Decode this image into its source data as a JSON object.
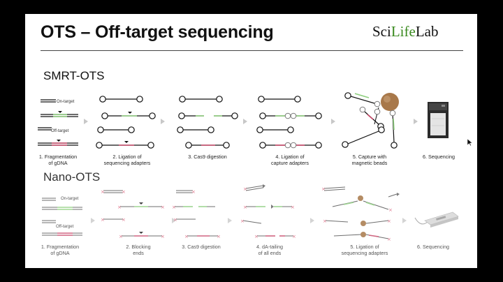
{
  "slide": {
    "title": "OTS – Off-target sequencing",
    "logo": {
      "part1": "Sci",
      "part2": "Life",
      "part3": "Lab"
    }
  },
  "smrt": {
    "heading": "SMRT-OTS",
    "labels": {
      "on_target": "On-target",
      "off_target": "Off-target"
    },
    "steps": [
      {
        "label": "1. Fragmentation\nof gDNA"
      },
      {
        "label": "2. Ligation of\nsequencing adapters"
      },
      {
        "label": "3. Cas9 digestion"
      },
      {
        "label": "4. Ligation of\ncapture adapters"
      },
      {
        "label": "5. Capture with\nmagnetic beads"
      },
      {
        "label": "6. Sequencing"
      }
    ]
  },
  "nano": {
    "heading": "Nano-OTS",
    "labels": {
      "on_target": "On-target",
      "off_target": "Off-target"
    },
    "steps": [
      {
        "label": "1. Fragmentation\nof gDNA"
      },
      {
        "label": "2. Blocking\nends"
      },
      {
        "label": "3. Cas9 digestion"
      },
      {
        "label": "4. dA-tailing\nof all ends"
      },
      {
        "label": "5. Ligation of\nsequencing adapters"
      },
      {
        "label": "6. Sequencing"
      }
    ]
  },
  "colors": {
    "on_target": "#8fcf7f",
    "off_target": "#c94a6a",
    "bead": "#a8784a",
    "arrow": "#c8c8c8",
    "blocked_end": "#d9607a"
  }
}
